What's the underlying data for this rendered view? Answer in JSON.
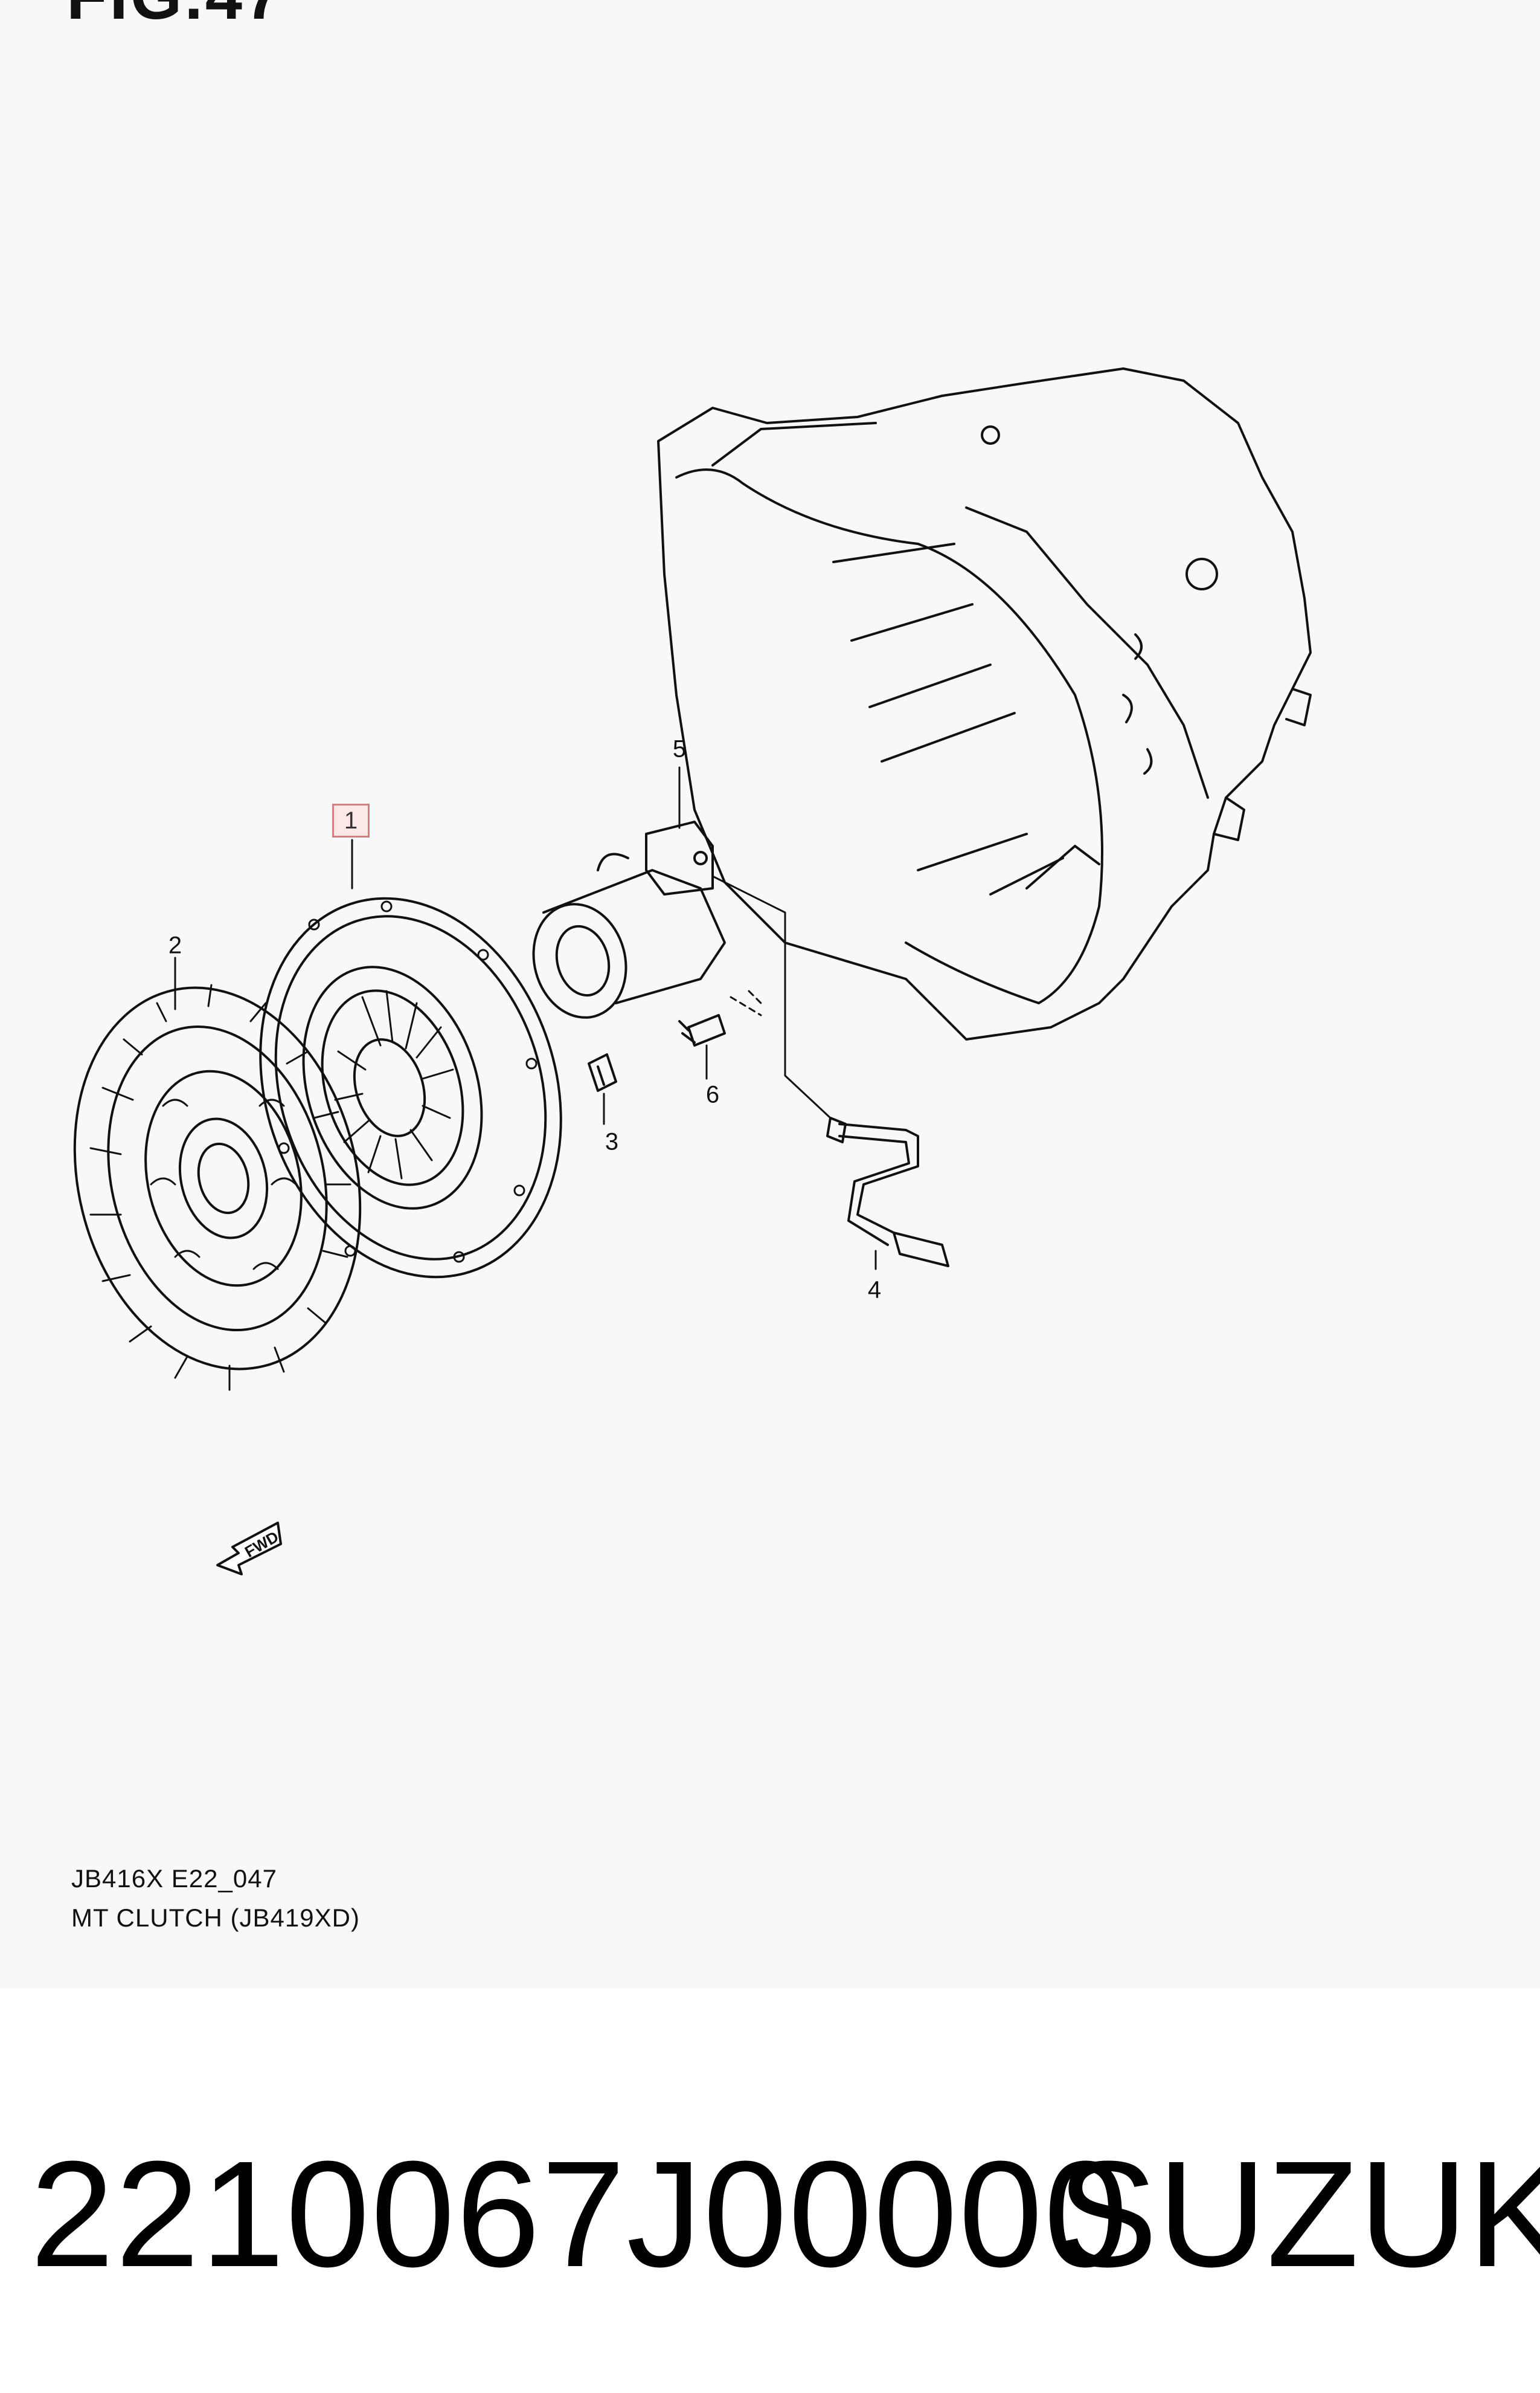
{
  "figure": {
    "title": "FIG.47",
    "caption_code": "JB416X E22_047",
    "caption_name": "MT CLUTCH (JB419XD)",
    "fwd_label": "FWD"
  },
  "callouts": {
    "c1": "1",
    "c2": "2",
    "c3": "3",
    "c4": "4",
    "c5": "5",
    "c6": "6"
  },
  "highlight_color": "#d08080",
  "product": {
    "part_number": "2210067J00000",
    "brand": "SUZUKI"
  }
}
